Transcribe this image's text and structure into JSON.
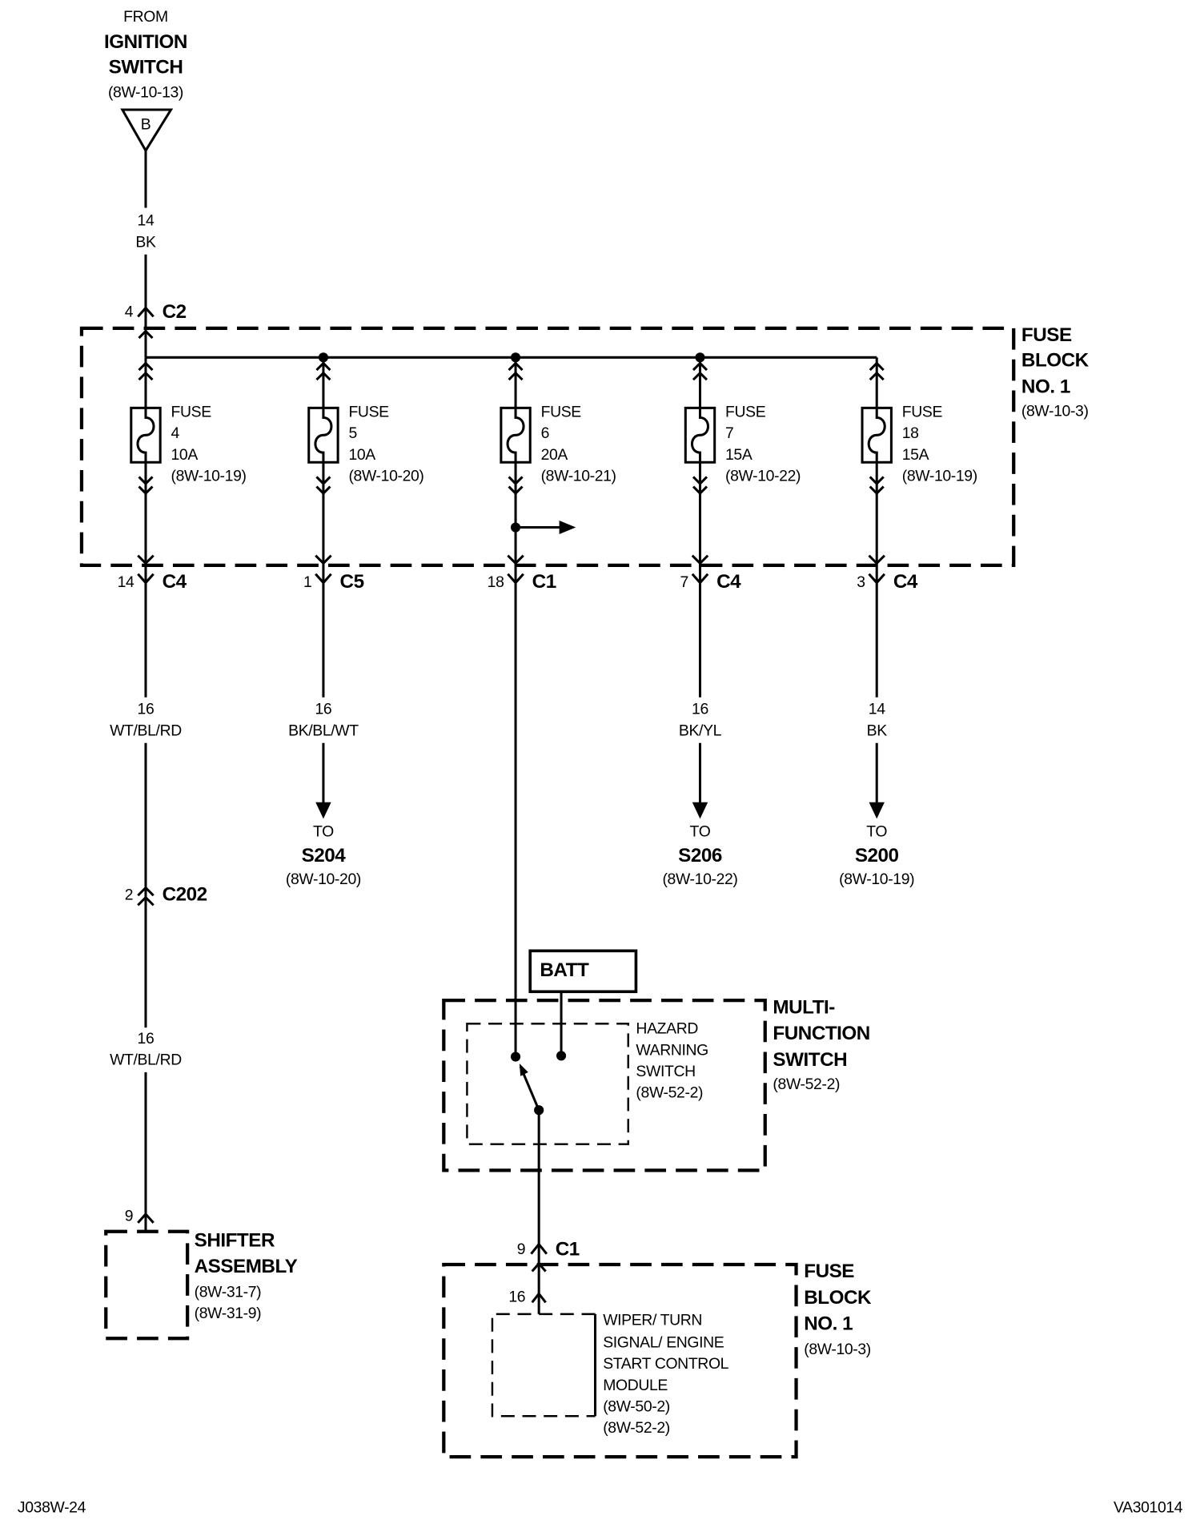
{
  "source": {
    "from": "FROM",
    "title_line1": "IGNITION",
    "title_line2": "SWITCH",
    "ref": "(8W-10-13)",
    "connector": "B"
  },
  "feed": {
    "gauge": "14",
    "color": "BK",
    "pin": "4",
    "connector": "C2"
  },
  "fuse_block_top": {
    "title_line1": "FUSE",
    "title_line2": "BLOCK",
    "title_line3": "NO. 1",
    "ref": "(8W-10-3)"
  },
  "fuses": [
    {
      "label": "FUSE",
      "number": "4",
      "rating": "10A",
      "ref": "(8W-10-19)",
      "out_pin": "14",
      "out_connector": "C4",
      "wire_gauge": "16",
      "wire_color": "WT/BL/RD"
    },
    {
      "label": "FUSE",
      "number": "5",
      "rating": "10A",
      "ref": "(8W-10-20)",
      "out_pin": "1",
      "out_connector": "C5",
      "wire_gauge": "16",
      "wire_color": "BK/BL/WT",
      "dest_to": "TO",
      "dest_name": "S204",
      "dest_ref": "(8W-10-20)"
    },
    {
      "label": "FUSE",
      "number": "6",
      "rating": "20A",
      "ref": "(8W-10-21)",
      "out_pin": "18",
      "out_connector": "C1"
    },
    {
      "label": "FUSE",
      "number": "7",
      "rating": "15A",
      "ref": "(8W-10-22)",
      "out_pin": "7",
      "out_connector": "C4",
      "wire_gauge": "16",
      "wire_color": "BK/YL",
      "dest_to": "TO",
      "dest_name": "S206",
      "dest_ref": "(8W-10-22)"
    },
    {
      "label": "FUSE",
      "number": "18",
      "rating": "15A",
      "ref": "(8W-10-19)",
      "out_pin": "3",
      "out_connector": "C4",
      "wire_gauge": "14",
      "wire_color": "BK",
      "dest_to": "TO",
      "dest_name": "S200",
      "dest_ref": "(8W-10-19)"
    }
  ],
  "shifter_branch": {
    "connector_pin": "2",
    "connector": "C202",
    "wire_gauge": "16",
    "wire_color": "WT/BL/RD",
    "component_pin": "9",
    "title_line1": "SHIFTER",
    "title_line2": "ASSEMBLY",
    "ref1": "(8W-31-7)",
    "ref2": "(8W-31-9)"
  },
  "batt": {
    "label": "BATT"
  },
  "multifunction_switch": {
    "title_line1": "MULTI-",
    "title_line2": "FUNCTION",
    "title_line3": "SWITCH",
    "ref": "(8W-52-2)",
    "hazard_line1": "HAZARD",
    "hazard_line2": "WARNING",
    "hazard_line3": "SWITCH",
    "hazard_ref": "(8W-52-2)"
  },
  "fuse_block_bottom": {
    "connector_pin": "9",
    "connector": "C1",
    "module_pin": "16",
    "title_line1": "FUSE",
    "title_line2": "BLOCK",
    "title_line3": "NO. 1",
    "ref": "(8W-10-3)",
    "module_line1": "WIPER/ TURN",
    "module_line2": "SIGNAL/ ENGINE",
    "module_line3": "START CONTROL",
    "module_line4": "MODULE",
    "module_ref1": "(8W-50-2)",
    "module_ref2": "(8W-52-2)"
  },
  "footer": {
    "left": "J038W-24",
    "right": "VA301014"
  }
}
